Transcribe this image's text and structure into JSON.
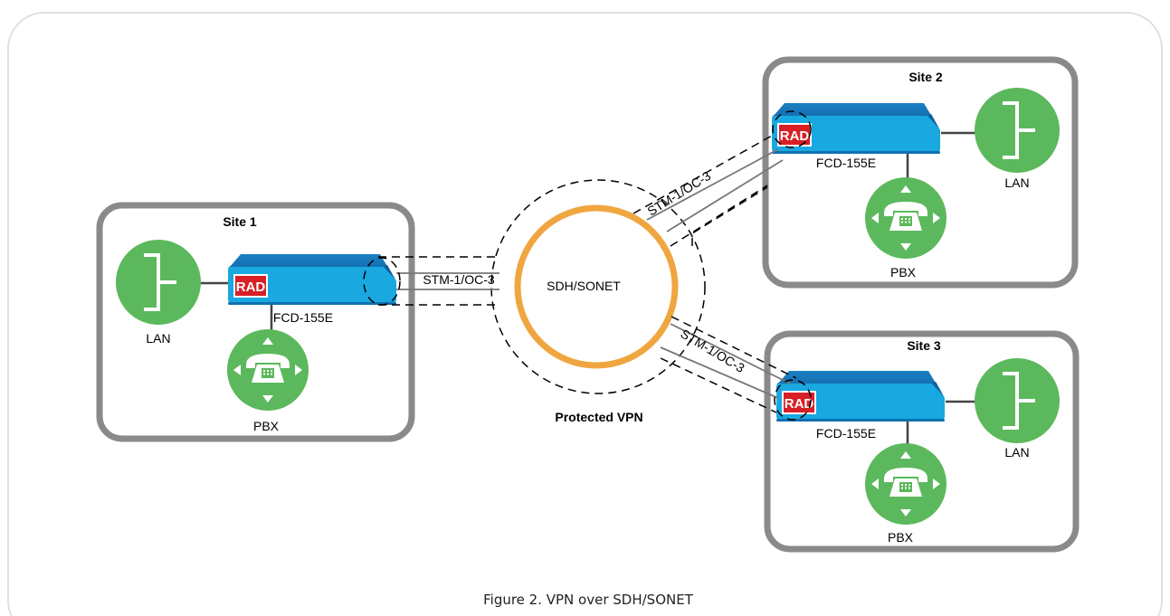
{
  "colors": {
    "frame": "#e0e0e0",
    "site_border": "#8a8a8a",
    "device_blue": "#19a8e0",
    "device_blue_dark": "#1274b8",
    "rad_red": "#d81f26",
    "icon_green": "#5cb85c",
    "ring_orange": "#f0a640"
  },
  "sites": {
    "site1": {
      "title": "Site 1",
      "device": "FCD-155E",
      "lan": "LAN",
      "pbx": "PBX"
    },
    "site2": {
      "title": "Site 2",
      "device": "FCD-155E",
      "lan": "LAN",
      "pbx": "PBX"
    },
    "site3": {
      "title": "Site 3",
      "device": "FCD-155E",
      "lan": "LAN",
      "pbx": "PBX"
    }
  },
  "network": {
    "ring_label": "SDH/SONET",
    "vpn_label": "Protected VPN",
    "link1": "STM-1/OC-3",
    "link2": "STM-1/OC-3",
    "link3": "STM-1/OC-3"
  },
  "brand": "RAD",
  "icons": {
    "lan": "lan-bus-icon",
    "pbx": "telephone-pbx-icon"
  },
  "caption": "Figure 2.  VPN over SDH/SONET"
}
